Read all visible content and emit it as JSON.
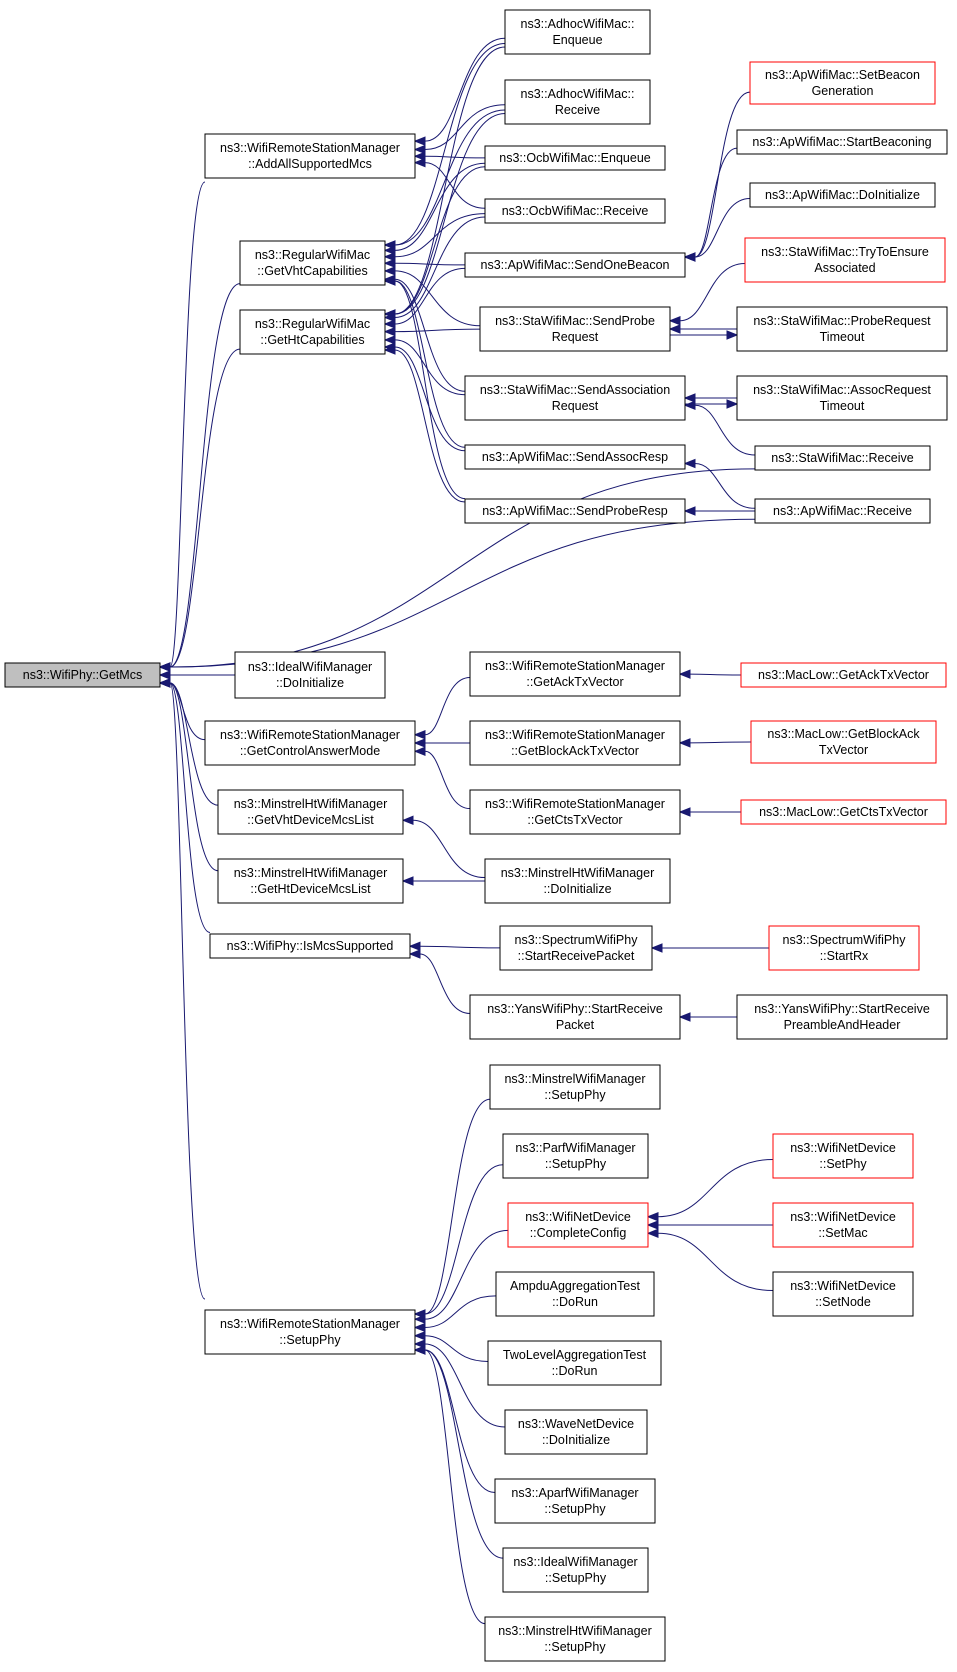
{
  "colors": {
    "edge": "#191970",
    "node_border": "#000000",
    "truncated_border": "#ff0000",
    "root_fill": "#bfbfbf",
    "node_fill": "#ffffff",
    "text": "#000000"
  },
  "nodes": [
    {
      "id": "n0",
      "lines": [
        "ns3::WifiPhy::GetMcs"
      ],
      "root": true
    },
    {
      "id": "n1",
      "lines": [
        "ns3::WifiRemoteStationManager",
        "::AddAllSupportedMcs"
      ]
    },
    {
      "id": "n2",
      "lines": [
        "ns3::RegularWifiMac",
        "::GetVhtCapabilities"
      ]
    },
    {
      "id": "n3",
      "lines": [
        "ns3::RegularWifiMac",
        "::GetHtCapabilities"
      ]
    },
    {
      "id": "n4",
      "lines": [
        "ns3::IdealWifiManager",
        "::DoInitialize"
      ]
    },
    {
      "id": "n5",
      "lines": [
        "ns3::WifiRemoteStationManager",
        "::GetControlAnswerMode"
      ]
    },
    {
      "id": "n6",
      "lines": [
        "ns3::MinstrelHtWifiManager",
        "::GetVhtDeviceMcsList"
      ]
    },
    {
      "id": "n7",
      "lines": [
        "ns3::MinstrelHtWifiManager",
        "::GetHtDeviceMcsList"
      ]
    },
    {
      "id": "n8",
      "lines": [
        "ns3::WifiPhy::IsMcsSupported"
      ]
    },
    {
      "id": "n9",
      "lines": [
        "ns3::WifiRemoteStationManager",
        "::SetupPhy"
      ]
    },
    {
      "id": "n10",
      "lines": [
        "ns3::AdhocWifiMac::",
        "Enqueue"
      ]
    },
    {
      "id": "n11",
      "lines": [
        "ns3::AdhocWifiMac::",
        "Receive"
      ]
    },
    {
      "id": "n12",
      "lines": [
        "ns3::OcbWifiMac::Enqueue"
      ]
    },
    {
      "id": "n13",
      "lines": [
        "ns3::OcbWifiMac::Receive"
      ]
    },
    {
      "id": "n14",
      "lines": [
        "ns3::ApWifiMac::SendOneBeacon"
      ]
    },
    {
      "id": "n15",
      "lines": [
        "ns3::StaWifiMac::SendProbe",
        "Request"
      ]
    },
    {
      "id": "n16",
      "lines": [
        "ns3::StaWifiMac::SendAssociation",
        "Request"
      ]
    },
    {
      "id": "n17",
      "lines": [
        "ns3::ApWifiMac::SendAssocResp"
      ]
    },
    {
      "id": "n18",
      "lines": [
        "ns3::ApWifiMac::SendProbeResp"
      ]
    },
    {
      "id": "n19",
      "lines": [
        "ns3::ApWifiMac::SetBeacon",
        "Generation"
      ],
      "truncated": true
    },
    {
      "id": "n20",
      "lines": [
        "ns3::ApWifiMac::StartBeaconing"
      ]
    },
    {
      "id": "n21",
      "lines": [
        "ns3::ApWifiMac::DoInitialize"
      ]
    },
    {
      "id": "n22",
      "lines": [
        "ns3::StaWifiMac::TryToEnsure",
        "Associated"
      ],
      "truncated": true
    },
    {
      "id": "n23",
      "lines": [
        "ns3::StaWifiMac::ProbeRequest",
        "Timeout"
      ]
    },
    {
      "id": "n24",
      "lines": [
        "ns3::StaWifiMac::AssocRequest",
        "Timeout"
      ]
    },
    {
      "id": "n25",
      "lines": [
        "ns3::StaWifiMac::Receive"
      ]
    },
    {
      "id": "n26",
      "lines": [
        "ns3::ApWifiMac::Receive"
      ]
    },
    {
      "id": "n27",
      "lines": [
        "ns3::WifiRemoteStationManager",
        "::GetAckTxVector"
      ]
    },
    {
      "id": "n28",
      "lines": [
        "ns3::WifiRemoteStationManager",
        "::GetBlockAckTxVector"
      ]
    },
    {
      "id": "n29",
      "lines": [
        "ns3::WifiRemoteStationManager",
        "::GetCtsTxVector"
      ]
    },
    {
      "id": "n30",
      "lines": [
        "ns3::MacLow::GetAckTxVector"
      ],
      "truncated": true
    },
    {
      "id": "n31",
      "lines": [
        "ns3::MacLow::GetBlockAck",
        "TxVector"
      ],
      "truncated": true
    },
    {
      "id": "n32",
      "lines": [
        "ns3::MacLow::GetCtsTxVector"
      ],
      "truncated": true
    },
    {
      "id": "n33",
      "lines": [
        "ns3::MinstrelHtWifiManager",
        "::DoInitialize"
      ]
    },
    {
      "id": "n34",
      "lines": [
        "ns3::SpectrumWifiPhy",
        "::StartReceivePacket"
      ]
    },
    {
      "id": "n35",
      "lines": [
        "ns3::YansWifiPhy::StartReceive",
        "Packet"
      ]
    },
    {
      "id": "n36",
      "lines": [
        "ns3::SpectrumWifiPhy",
        "::StartRx"
      ],
      "truncated": true
    },
    {
      "id": "n37",
      "lines": [
        "ns3::YansWifiPhy::StartReceive",
        "PreambleAndHeader"
      ]
    },
    {
      "id": "n38",
      "lines": [
        "ns3::MinstrelWifiManager",
        "::SetupPhy"
      ]
    },
    {
      "id": "n39",
      "lines": [
        "ns3::ParfWifiManager",
        "::SetupPhy"
      ]
    },
    {
      "id": "n40",
      "lines": [
        "ns3::WifiNetDevice",
        "::CompleteConfig"
      ],
      "truncated": true
    },
    {
      "id": "n41",
      "lines": [
        "AmpduAggregationTest",
        "::DoRun"
      ]
    },
    {
      "id": "n42",
      "lines": [
        "TwoLevelAggregationTest",
        "::DoRun"
      ]
    },
    {
      "id": "n43",
      "lines": [
        "ns3::WaveNetDevice",
        "::DoInitialize"
      ]
    },
    {
      "id": "n44",
      "lines": [
        "ns3::AparfWifiManager",
        "::SetupPhy"
      ]
    },
    {
      "id": "n45",
      "lines": [
        "ns3::IdealWifiManager",
        "::SetupPhy"
      ]
    },
    {
      "id": "n46",
      "lines": [
        "ns3::MinstrelHtWifiManager",
        "::SetupPhy"
      ]
    },
    {
      "id": "n47",
      "lines": [
        "ns3::WifiNetDevice",
        "::SetPhy"
      ],
      "truncated": true
    },
    {
      "id": "n48",
      "lines": [
        "ns3::WifiNetDevice",
        "::SetMac"
      ],
      "truncated": true
    },
    {
      "id": "n49",
      "lines": [
        "ns3::WifiNetDevice",
        "::SetNode"
      ]
    }
  ],
  "edges": [
    [
      "n1",
      "n0"
    ],
    [
      "n2",
      "n0"
    ],
    [
      "n3",
      "n0"
    ],
    [
      "n4",
      "n0"
    ],
    [
      "n5",
      "n0"
    ],
    [
      "n6",
      "n0"
    ],
    [
      "n7",
      "n0"
    ],
    [
      "n8",
      "n0"
    ],
    [
      "n9",
      "n0"
    ],
    [
      "n25",
      "n0"
    ],
    [
      "n26",
      "n0"
    ],
    [
      "n10",
      "n1"
    ],
    [
      "n11",
      "n1"
    ],
    [
      "n12",
      "n1"
    ],
    [
      "n13",
      "n1"
    ],
    [
      "n10",
      "n2"
    ],
    [
      "n11",
      "n2"
    ],
    [
      "n12",
      "n2"
    ],
    [
      "n13",
      "n2"
    ],
    [
      "n14",
      "n2"
    ],
    [
      "n15",
      "n2"
    ],
    [
      "n16",
      "n2"
    ],
    [
      "n17",
      "n2"
    ],
    [
      "n18",
      "n2"
    ],
    [
      "n10",
      "n3"
    ],
    [
      "n11",
      "n3"
    ],
    [
      "n12",
      "n3"
    ],
    [
      "n13",
      "n3"
    ],
    [
      "n14",
      "n3"
    ],
    [
      "n15",
      "n3"
    ],
    [
      "n16",
      "n3"
    ],
    [
      "n17",
      "n3"
    ],
    [
      "n18",
      "n3"
    ],
    [
      "n19",
      "n14"
    ],
    [
      "n20",
      "n14"
    ],
    [
      "n21",
      "n14"
    ],
    [
      "n22",
      "n15"
    ],
    [
      "n23",
      "n15"
    ],
    [
      "n15",
      "n23"
    ],
    [
      "n24",
      "n16"
    ],
    [
      "n16",
      "n24"
    ],
    [
      "n25",
      "n16"
    ],
    [
      "n26",
      "n17"
    ],
    [
      "n26",
      "n18"
    ],
    [
      "n27",
      "n5"
    ],
    [
      "n28",
      "n5"
    ],
    [
      "n29",
      "n5"
    ],
    [
      "n30",
      "n27"
    ],
    [
      "n31",
      "n28"
    ],
    [
      "n32",
      "n29"
    ],
    [
      "n33",
      "n6"
    ],
    [
      "n33",
      "n7"
    ],
    [
      "n34",
      "n8"
    ],
    [
      "n35",
      "n8"
    ],
    [
      "n36",
      "n34"
    ],
    [
      "n37",
      "n35"
    ],
    [
      "n38",
      "n9"
    ],
    [
      "n39",
      "n9"
    ],
    [
      "n40",
      "n9"
    ],
    [
      "n41",
      "n9"
    ],
    [
      "n42",
      "n9"
    ],
    [
      "n43",
      "n9"
    ],
    [
      "n44",
      "n9"
    ],
    [
      "n45",
      "n9"
    ],
    [
      "n46",
      "n9"
    ],
    [
      "n47",
      "n40"
    ],
    [
      "n48",
      "n40"
    ],
    [
      "n49",
      "n40"
    ]
  ]
}
